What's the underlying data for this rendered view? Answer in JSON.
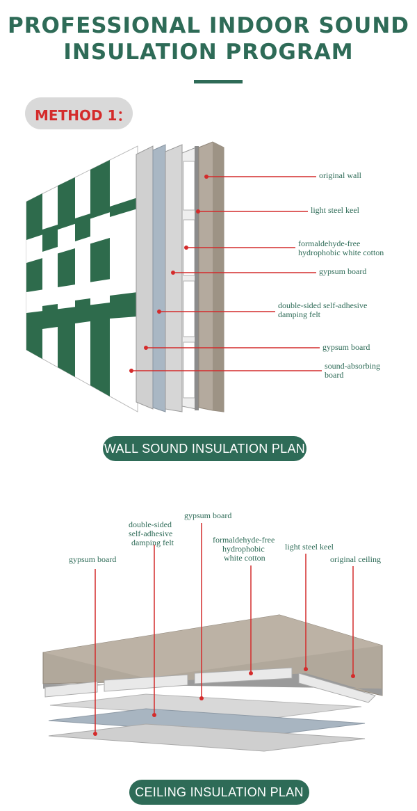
{
  "header": {
    "title_line1": "PROFESSIONAL INDOOR SOUND",
    "title_line2": "INSULATION PROGRAM"
  },
  "method": {
    "label": "METHOD 1："
  },
  "wall": {
    "plan_label": "WALL SOUND INSULATION PLAN",
    "labels": [
      [
        "original wall"
      ],
      [
        "light steel keel"
      ],
      [
        "formaldehyde-free",
        "hydrophobic white cotton"
      ],
      [
        "gypsum board"
      ],
      [
        "double-sided self-adhesive",
        "damping felt"
      ],
      [
        "gypsum board"
      ],
      [
        "sound-absorbing",
        "board"
      ]
    ]
  },
  "ceiling": {
    "plan_label": "CEILING INSULATION PLAN",
    "labels": [
      [
        "gypsum board"
      ],
      [
        "double-sided",
        "self-adhesive",
        "damping felt"
      ],
      [
        "gypsum board"
      ],
      [
        "formaldehyde-free",
        "hydrophobic",
        "white cotton"
      ],
      [
        "light steel keel"
      ],
      [
        "original ceiling"
      ]
    ]
  },
  "colors": {
    "brand_green": "#2e6b57",
    "leader_red": "#d42b2b",
    "panel_green": "#2e6b4c"
  }
}
